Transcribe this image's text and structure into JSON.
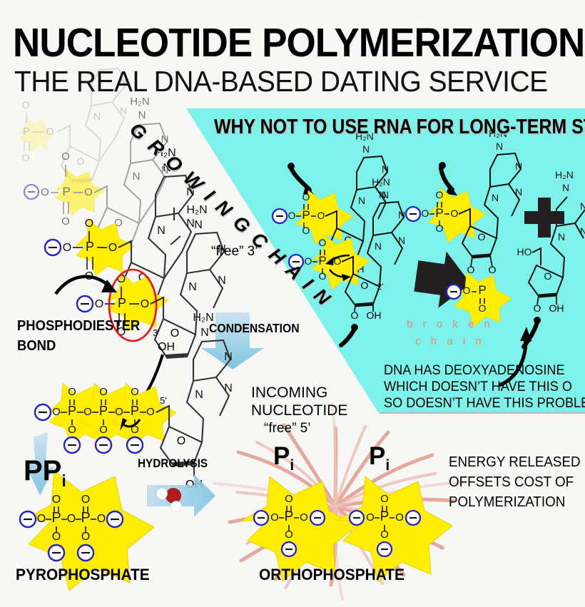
{
  "title": {
    "main": "NUCLEOTIDE POLYMERIZATION",
    "subtitle": "THE REAL DNA-BASED DATING SERVICE"
  },
  "panel": {
    "heading": "WHY NOT  TO USE RNA FOR LONG-TERM STORAGE",
    "broken_chain_label": "b r o k e n\nc h a i n",
    "broken_chain_line1": "b r o k e n",
    "broken_chain_line2": "c h a i n",
    "note_line1": "DNA HAS DEOXYADENOSINE",
    "note_line2": "WHICH DOESN’T HAVE THIS O",
    "note_line3": "SO DOESN’T HAVE THIS PROBLEM",
    "plus_sign": "+",
    "bg_color": "#7cf2ea"
  },
  "labels": {
    "growing_chain": "G R O W I N G   C H A I N",
    "phosphodiester_line1": "PHOSPHODIESTER",
    "phosphodiester_line2": "BOND",
    "condensation": "CONDENSATION",
    "free_three": "“free” 3’",
    "incoming_line1": "INCOMING",
    "incoming_line2": "NUCLEOTIDE",
    "incoming_free5": "“free” 5’",
    "ppi": "PP",
    "ppi_sub": "i",
    "pyrophosphate": "PYROPHOSPHATE",
    "hydrolysis": "HYDROLYSIS",
    "pi": "P",
    "pi_sub": "i",
    "orthophosphate": "ORTHOPHOSPHATE",
    "energy_line1": "ENERGY RELEASED",
    "energy_line2": "OFFSETS COST OF",
    "energy_line3": "POLYMERIZATION"
  },
  "chem": {
    "amine": "H₂N",
    "nitrogen": "N",
    "oxygen": "O",
    "phosphorus": "P",
    "hydroxyl": "OH",
    "hydroxyl_left": "HO",
    "minus": "−",
    "prime3": "3'",
    "prime5": "5'",
    "prime2": "2'"
  },
  "colors": {
    "background": "#f7f7f5",
    "cyan": "#7cf2ea",
    "yellow_star": "#ffee00",
    "charge_circle": "#2222cc",
    "highlight_ellipse": "#ee1111",
    "firework": "#e08a7c",
    "arrow_blue": "#a8d3e8",
    "broken_chain_text": "#e8897c"
  }
}
